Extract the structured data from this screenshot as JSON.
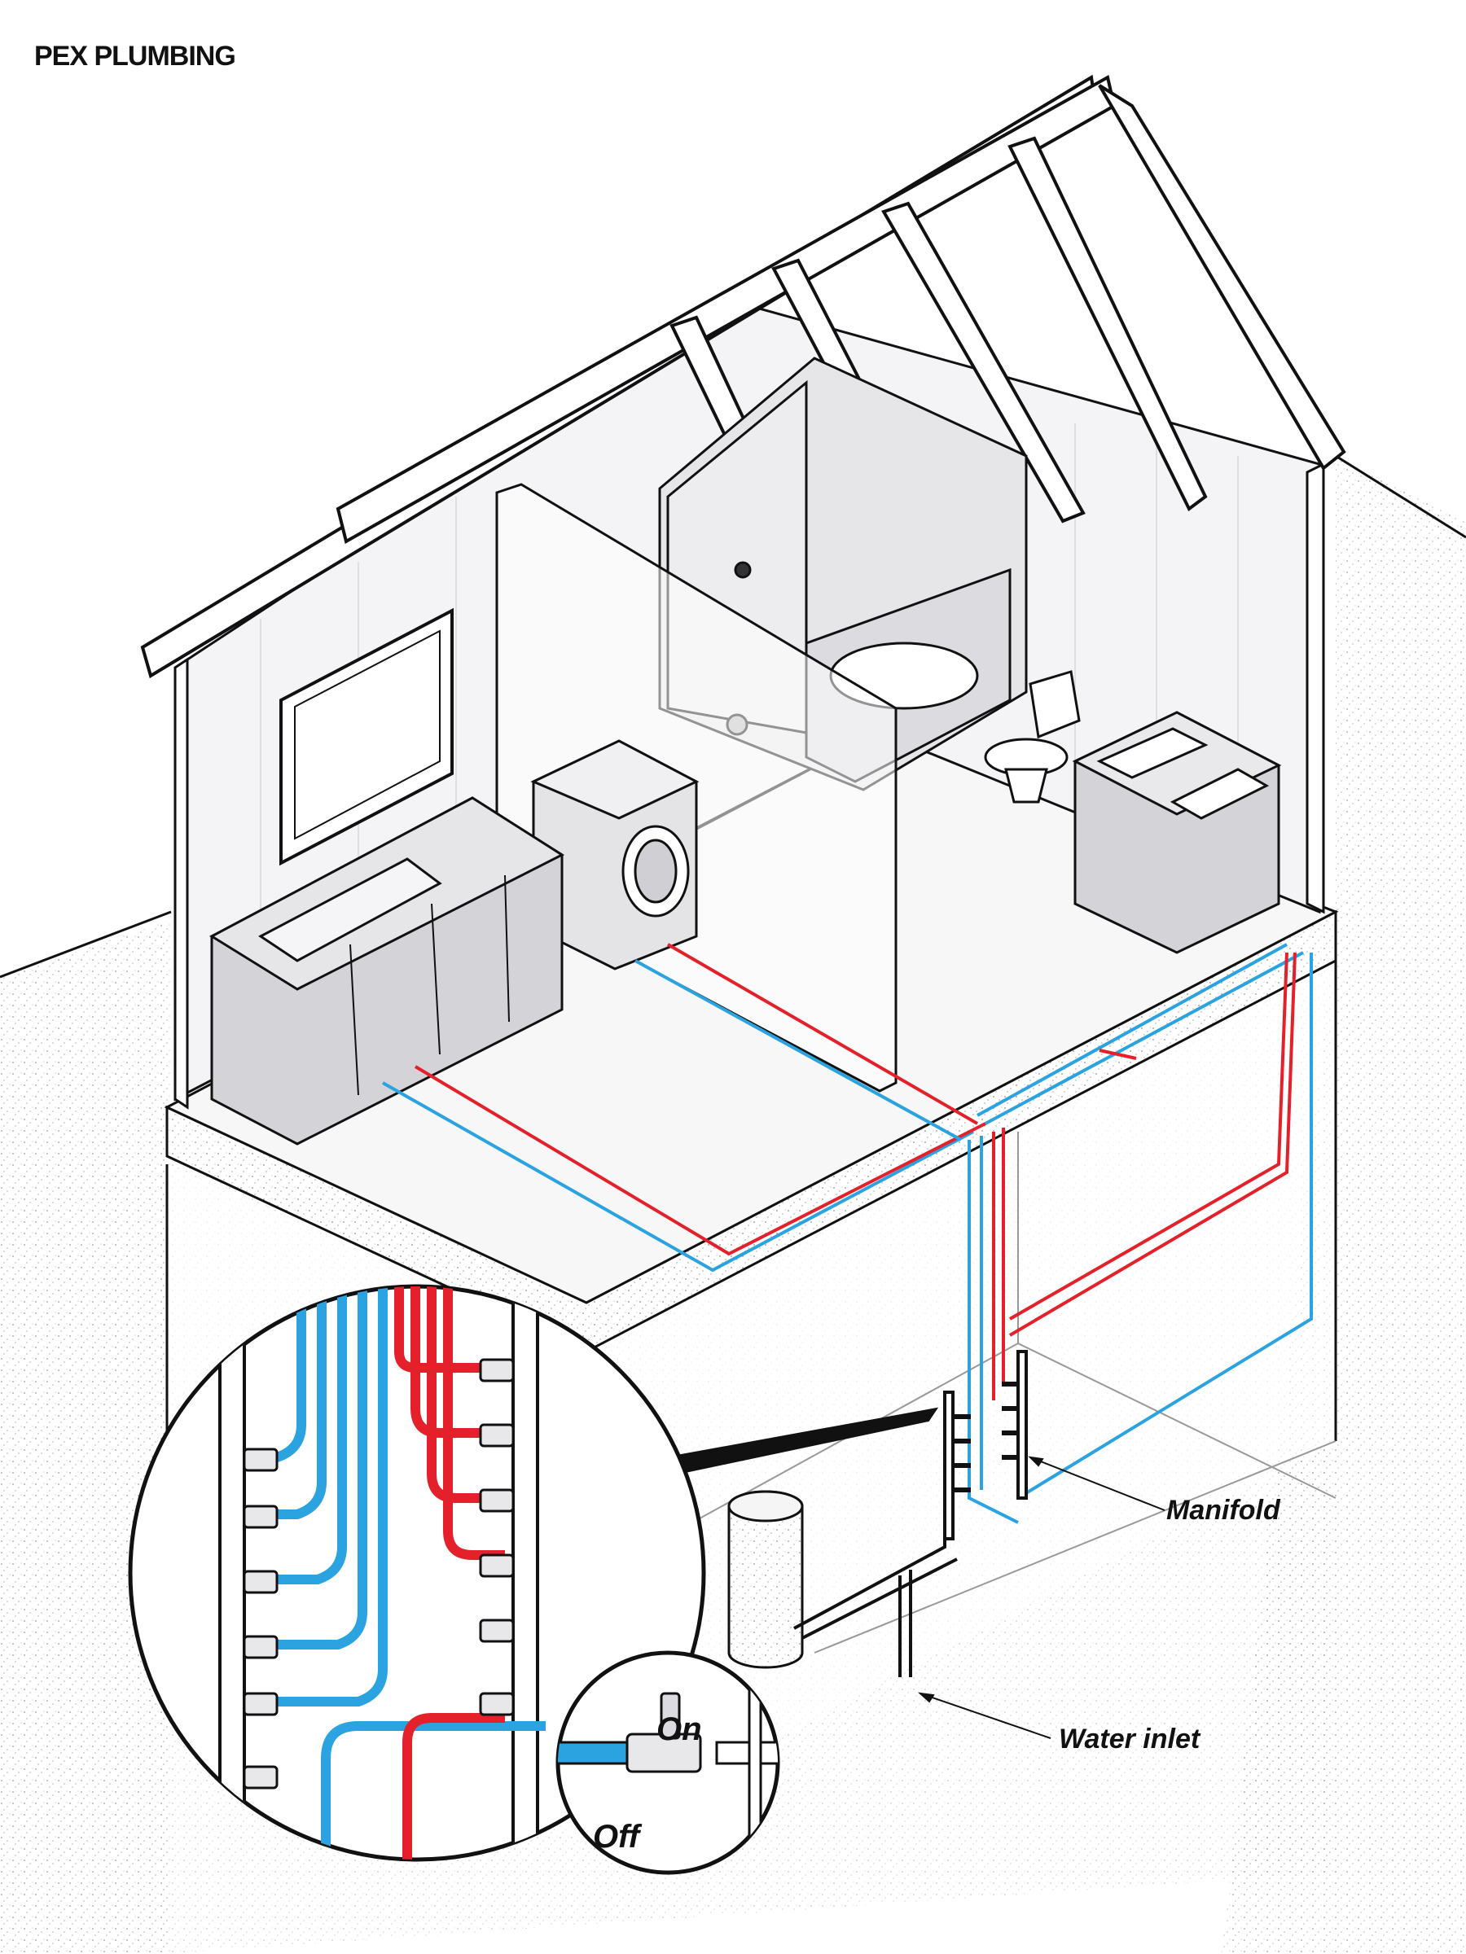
{
  "title": "PEX PLUMBING",
  "callouts": {
    "manifold": "Manifold",
    "water_inlet": "Water inlet",
    "valve_on": "On",
    "valve_off": "Off"
  },
  "colors": {
    "hot_line": "#e4212b",
    "cold_line": "#2aa3e0",
    "outline": "#111111",
    "fixture_gray": "#d9d9dc",
    "wall_tint": "#f4f4f6"
  }
}
